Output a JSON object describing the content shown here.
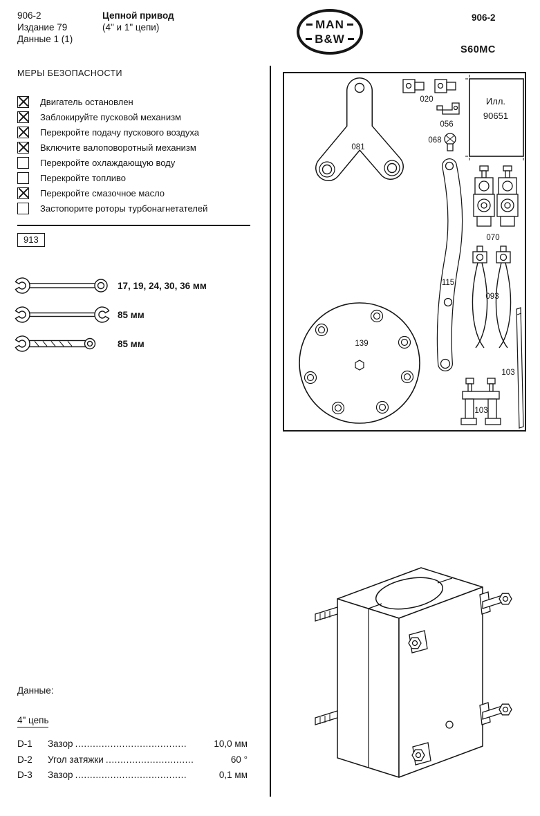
{
  "header": {
    "doc_number": "906-2",
    "edition_line": "Издание 79",
    "data_line": "Данные 1 (1)",
    "title": "Цепной привод",
    "subtitle": "(4\" и 1\" цепи)",
    "engine_model": "S60MC",
    "logo_top": "MAN",
    "logo_bottom": "B&W"
  },
  "safety": {
    "heading": "МЕРЫ БЕЗОПАСНОСТИ",
    "items": [
      {
        "label": "Двигатель остановлен",
        "checked": true
      },
      {
        "label": "Заблокируйте пусковой механизм",
        "checked": true
      },
      {
        "label": "Перекройте подачу пускового воздуха",
        "checked": true
      },
      {
        "label": "Включите валоповоротный механизм",
        "checked": true
      },
      {
        "label": "Перекройте охлаждающую воду",
        "checked": false
      },
      {
        "label": "Перекройте топливо",
        "checked": false
      },
      {
        "label": "Перекройте смазочное масло",
        "checked": true
      },
      {
        "label": "Застопорите роторы турбонагнетателей",
        "checked": false
      }
    ]
  },
  "section_ref": "913",
  "tools": {
    "rows": [
      {
        "icon": "combination-wrench",
        "label": "17, 19, 24, 30, 36  мм"
      },
      {
        "icon": "open-end-wrench",
        "label": "85  мм"
      },
      {
        "icon": "slugging-wrench",
        "label": "85  мм"
      }
    ]
  },
  "data_section": {
    "heading": "Данные:",
    "subheading": "4\" цепь",
    "rows": [
      {
        "code": "D-1",
        "label": "Зазор",
        "dots": "......................................",
        "value": "10,0 мм"
      },
      {
        "code": "D-2",
        "label": "Угол затяжки",
        "dots": "..............................",
        "value": "60 °"
      },
      {
        "code": "D-3",
        "label": "Зазор",
        "dots": "......................................",
        "value": "0,1 мм"
      }
    ]
  },
  "parts_panel": {
    "illustration_label": "Илл.",
    "illustration_number": "90651",
    "labels": {
      "p020": "020",
      "p056": "056",
      "p068": "068",
      "p081": "081",
      "p070": "070",
      "p115": "115",
      "p093": "093",
      "p139": "139",
      "p103_bracket": "103",
      "p103_rod": "103"
    }
  }
}
